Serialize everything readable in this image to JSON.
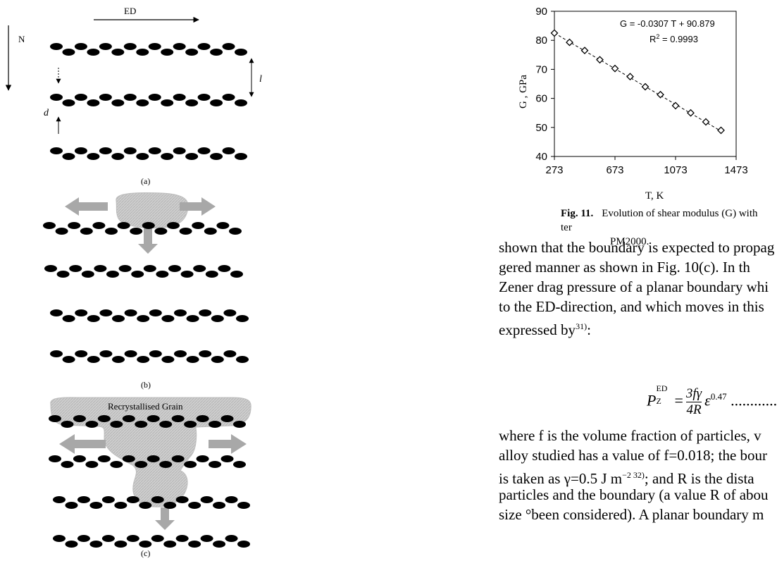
{
  "left_figure": {
    "labels": {
      "ed": "ED",
      "nd": "N",
      "d": "d",
      "l": "l"
    },
    "panel_a_label": "(a)",
    "panel_b_label": "(b)",
    "panel_c_label": "(c)",
    "recrystallised_grain_label": "Recrystallised Grain"
  },
  "chart_data": {
    "type": "scatter",
    "xlabel": "T, K",
    "ylabel": "G , GPa",
    "x_ticks": [
      "273",
      "673",
      "1073",
      "1473"
    ],
    "y_ticks": [
      "40",
      "50",
      "60",
      "70",
      "80",
      "90"
    ],
    "xlim": [
      273,
      1473
    ],
    "ylim": [
      40,
      90
    ],
    "points": [
      {
        "x": 273,
        "y": 82.5
      },
      {
        "x": 373,
        "y": 79.3
      },
      {
        "x": 473,
        "y": 76.5
      },
      {
        "x": 573,
        "y": 73.3
      },
      {
        "x": 673,
        "y": 70.3
      },
      {
        "x": 773,
        "y": 67.5
      },
      {
        "x": 873,
        "y": 64.0
      },
      {
        "x": 973,
        "y": 61.3
      },
      {
        "x": 1073,
        "y": 57.5
      },
      {
        "x": 1173,
        "y": 55.0
      },
      {
        "x": 1273,
        "y": 51.9
      },
      {
        "x": 1373,
        "y": 49.0
      }
    ],
    "trendline": {
      "slope": -0.0307,
      "intercept": 90.879
    },
    "equation_label": "G = -0.0307 T + 90.879",
    "r2_label": "R",
    "r2_sup": "2",
    "r2_value": " = 0.9993"
  },
  "caption": {
    "label": "Fig. 11.",
    "text": "Evolution of shear modulus (G) with ter",
    "line2": "PM2000."
  },
  "body": {
    "line1": "shown that the boundary is expected to propag",
    "line2": "gered manner as shown in Fig. 10(c). In th",
    "line3": "Zener drag pressure of a planar boundary whi",
    "line4": "to the ED-direction, and which moves in this",
    "line5": "expressed by",
    "line5_ref": "31)",
    "equation_main": "P",
    "equation_sub": "Z",
    "equation_sup": "ED",
    "equation_num": "3fγ",
    "equation_den": "4R",
    "equation_tail": "ε",
    "equation_exp": "0.47",
    "equation_dots": " ............",
    "line6": "where f is the volume fraction of particles, v",
    "line7": "alloy studied has a value of f=0.018; the bour",
    "line8": "is taken as γ=0.5 J m",
    "line8_sup": "−2 32)",
    "line8_rest": "; and R is the dista",
    "line9": "particles and the boundary (a value R of abou",
    "line10": "size °been considered). A planar boundary m"
  }
}
